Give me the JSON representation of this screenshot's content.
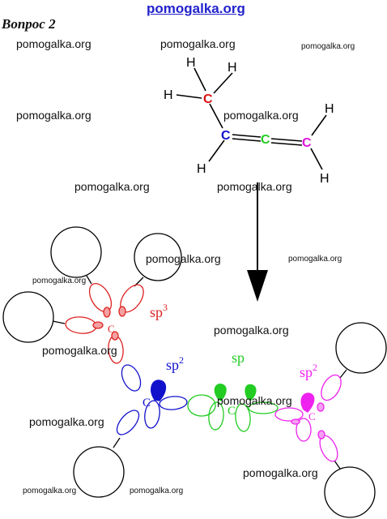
{
  "header": {
    "site_link": "pomogalka.org",
    "question_title": "Вопрос 2"
  },
  "watermarks": [
    "pomogalka.org",
    "pomogalka.org",
    "pomogalka.org",
    "pomogalka.org",
    "pomogalka.org",
    "pomogalka.org",
    "pomogalka.org",
    "pomogalka.org",
    "pomogalka.org",
    "pomogalka.org",
    "pomogalka.org",
    "pomogalka.org",
    "pomogalka.org",
    "pomogalka.org",
    "pomogalka.org",
    "pomogalka.org",
    "pomogalka.org"
  ],
  "structural_formula": {
    "atoms": {
      "c1": "C",
      "c2": "C",
      "c3": "C",
      "h": "H"
    },
    "colors": {
      "c1": "#dd1111",
      "c2": "#1111cc",
      "c3": "#22cc22",
      "c4": "#dd11dd"
    }
  },
  "orbital_diagram": {
    "labels": {
      "red_hybrid": "sp",
      "red_sup": "3",
      "blue_hybrid": "sp",
      "blue_sup": "2",
      "green_hybrid": "sp",
      "magenta_hybrid": "sp",
      "magenta_sup": "2"
    },
    "atom_symbol": "C",
    "colors": {
      "red": "#dd2222",
      "blue": "#1111cc",
      "green": "#22cc22",
      "magenta": "#ee22ee"
    }
  }
}
